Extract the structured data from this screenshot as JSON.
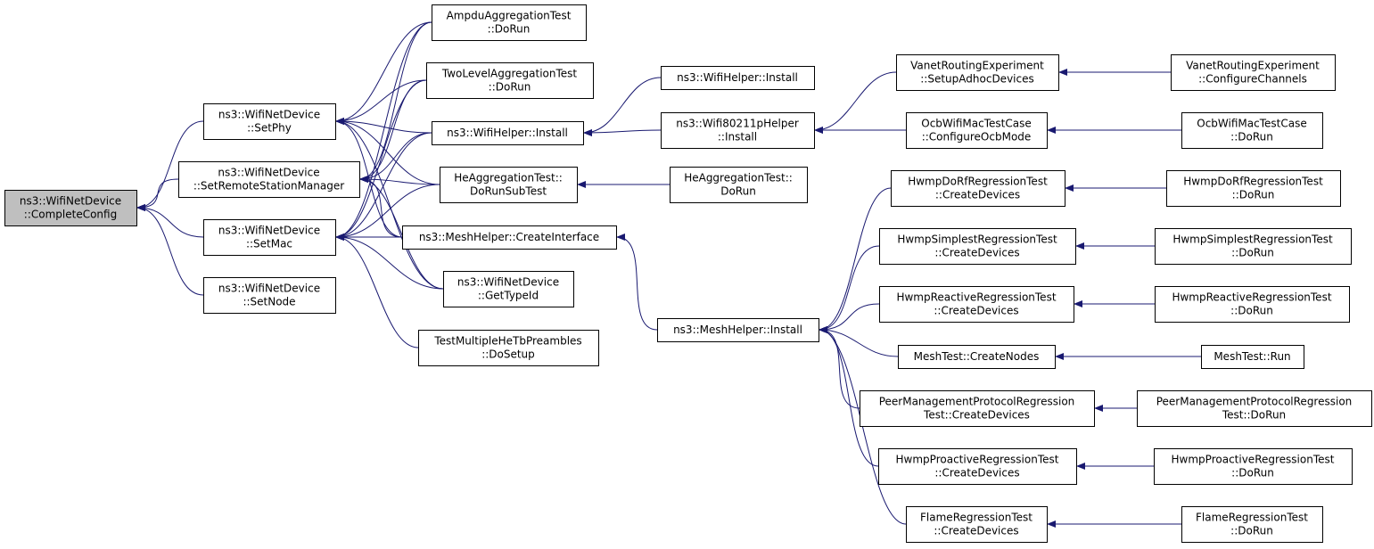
{
  "colors": {
    "edge": "#191970",
    "root_fill": "#bfbfbf",
    "node_fill": "#ffffff",
    "node_border": "#000000"
  },
  "nodes": {
    "completeconfig": [
      "ns3::WifiNetDevice",
      "::CompleteConfig"
    ],
    "setphy": [
      "ns3::WifiNetDevice",
      "::SetPhy"
    ],
    "setrsm": [
      "ns3::WifiNetDevice",
      "::SetRemoteStationManager"
    ],
    "setmac": [
      "ns3::WifiNetDevice",
      "::SetMac"
    ],
    "setnode": [
      "ns3::WifiNetDevice",
      "::SetNode"
    ],
    "ampdu": [
      "AmpduAggregationTest",
      "::DoRun"
    ],
    "twolevel": [
      "TwoLevelAggregationTest",
      "::DoRun"
    ],
    "wifihelper_install_a": [
      "ns3::WifiHelper::Install"
    ],
    "heagg_subtest": [
      "HeAggregationTest::",
      "DoRunSubTest"
    ],
    "meshhelper_createinterface": [
      "ns3::MeshHelper::CreateInterface"
    ],
    "gettypeid": [
      "ns3::WifiNetDevice",
      "::GetTypeId"
    ],
    "testmultiple": [
      "TestMultipleHeTbPreambles",
      "::DoSetup"
    ],
    "wifihelper_install_b": [
      "ns3::WifiHelper::Install"
    ],
    "wifi80211p": [
      "ns3::Wifi80211pHelper",
      "::Install"
    ],
    "heagg_dorun": [
      "HeAggregationTest::",
      "DoRun"
    ],
    "meshhelper_install": [
      "ns3::MeshHelper::Install"
    ],
    "vanet_setup": [
      "VanetRoutingExperiment",
      "::SetupAdhocDevices"
    ],
    "ocb_configure": [
      "OcbWifiMacTestCase",
      "::ConfigureOcbMode"
    ],
    "dorf_create": [
      "HwmpDoRfRegressionTest",
      "::CreateDevices"
    ],
    "simplest_create": [
      "HwmpSimplestRegressionTest",
      "::CreateDevices"
    ],
    "reactive_create": [
      "HwmpReactiveRegressionTest",
      "::CreateDevices"
    ],
    "meshtest_createnodes": [
      "MeshTest::CreateNodes"
    ],
    "peer_create": [
      "PeerManagementProtocolRegression",
      "Test::CreateDevices"
    ],
    "proactive_create": [
      "HwmpProactiveRegressionTest",
      "::CreateDevices"
    ],
    "flame_create": [
      "FlameRegressionTest",
      "::CreateDevices"
    ],
    "vanet_configure": [
      "VanetRoutingExperiment",
      "::ConfigureChannels"
    ],
    "ocb_dorun": [
      "OcbWifiMacTestCase",
      "::DoRun"
    ],
    "dorf_dorun": [
      "HwmpDoRfRegressionTest",
      "::DoRun"
    ],
    "simplest_dorun": [
      "HwmpSimplestRegressionTest",
      "::DoRun"
    ],
    "reactive_dorun": [
      "HwmpReactiveRegressionTest",
      "::DoRun"
    ],
    "meshtest_run": [
      "MeshTest::Run"
    ],
    "peer_dorun": [
      "PeerManagementProtocolRegression",
      "Test::DoRun"
    ],
    "proactive_dorun": [
      "HwmpProactiveRegressionTest",
      "::DoRun"
    ],
    "flame_dorun": [
      "FlameRegressionTest",
      "::DoRun"
    ]
  },
  "edges": [
    [
      "setphy",
      "completeconfig"
    ],
    [
      "setrsm",
      "completeconfig"
    ],
    [
      "setmac",
      "completeconfig"
    ],
    [
      "setnode",
      "completeconfig"
    ],
    [
      "ampdu",
      "setphy"
    ],
    [
      "twolevel",
      "setphy"
    ],
    [
      "wifihelper_install_a",
      "setphy"
    ],
    [
      "heagg_subtest",
      "setphy"
    ],
    [
      "meshhelper_createinterface",
      "setphy"
    ],
    [
      "gettypeid",
      "setphy"
    ],
    [
      "ampdu",
      "setrsm"
    ],
    [
      "twolevel",
      "setrsm"
    ],
    [
      "wifihelper_install_a",
      "setrsm"
    ],
    [
      "heagg_subtest",
      "setrsm"
    ],
    [
      "meshhelper_createinterface",
      "setrsm"
    ],
    [
      "gettypeid",
      "setrsm"
    ],
    [
      "ampdu",
      "setmac"
    ],
    [
      "twolevel",
      "setmac"
    ],
    [
      "wifihelper_install_a",
      "setmac"
    ],
    [
      "heagg_subtest",
      "setmac"
    ],
    [
      "meshhelper_createinterface",
      "setmac"
    ],
    [
      "gettypeid",
      "setmac"
    ],
    [
      "testmultiple",
      "setmac"
    ],
    [
      "wifihelper_install_b",
      "wifihelper_install_a"
    ],
    [
      "wifi80211p",
      "wifihelper_install_a"
    ],
    [
      "heagg_dorun",
      "heagg_subtest"
    ],
    [
      "meshhelper_install",
      "meshhelper_createinterface"
    ],
    [
      "vanet_setup",
      "wifi80211p"
    ],
    [
      "ocb_configure",
      "wifi80211p"
    ],
    [
      "dorf_create",
      "meshhelper_install"
    ],
    [
      "simplest_create",
      "meshhelper_install"
    ],
    [
      "reactive_create",
      "meshhelper_install"
    ],
    [
      "meshtest_createnodes",
      "meshhelper_install"
    ],
    [
      "peer_create",
      "meshhelper_install"
    ],
    [
      "proactive_create",
      "meshhelper_install"
    ],
    [
      "flame_create",
      "meshhelper_install"
    ],
    [
      "vanet_configure",
      "vanet_setup"
    ],
    [
      "ocb_dorun",
      "ocb_configure"
    ],
    [
      "dorf_dorun",
      "dorf_create"
    ],
    [
      "simplest_dorun",
      "simplest_create"
    ],
    [
      "reactive_dorun",
      "reactive_create"
    ],
    [
      "meshtest_run",
      "meshtest_createnodes"
    ],
    [
      "peer_dorun",
      "peer_create"
    ],
    [
      "proactive_dorun",
      "proactive_create"
    ],
    [
      "flame_dorun",
      "flame_create"
    ]
  ]
}
